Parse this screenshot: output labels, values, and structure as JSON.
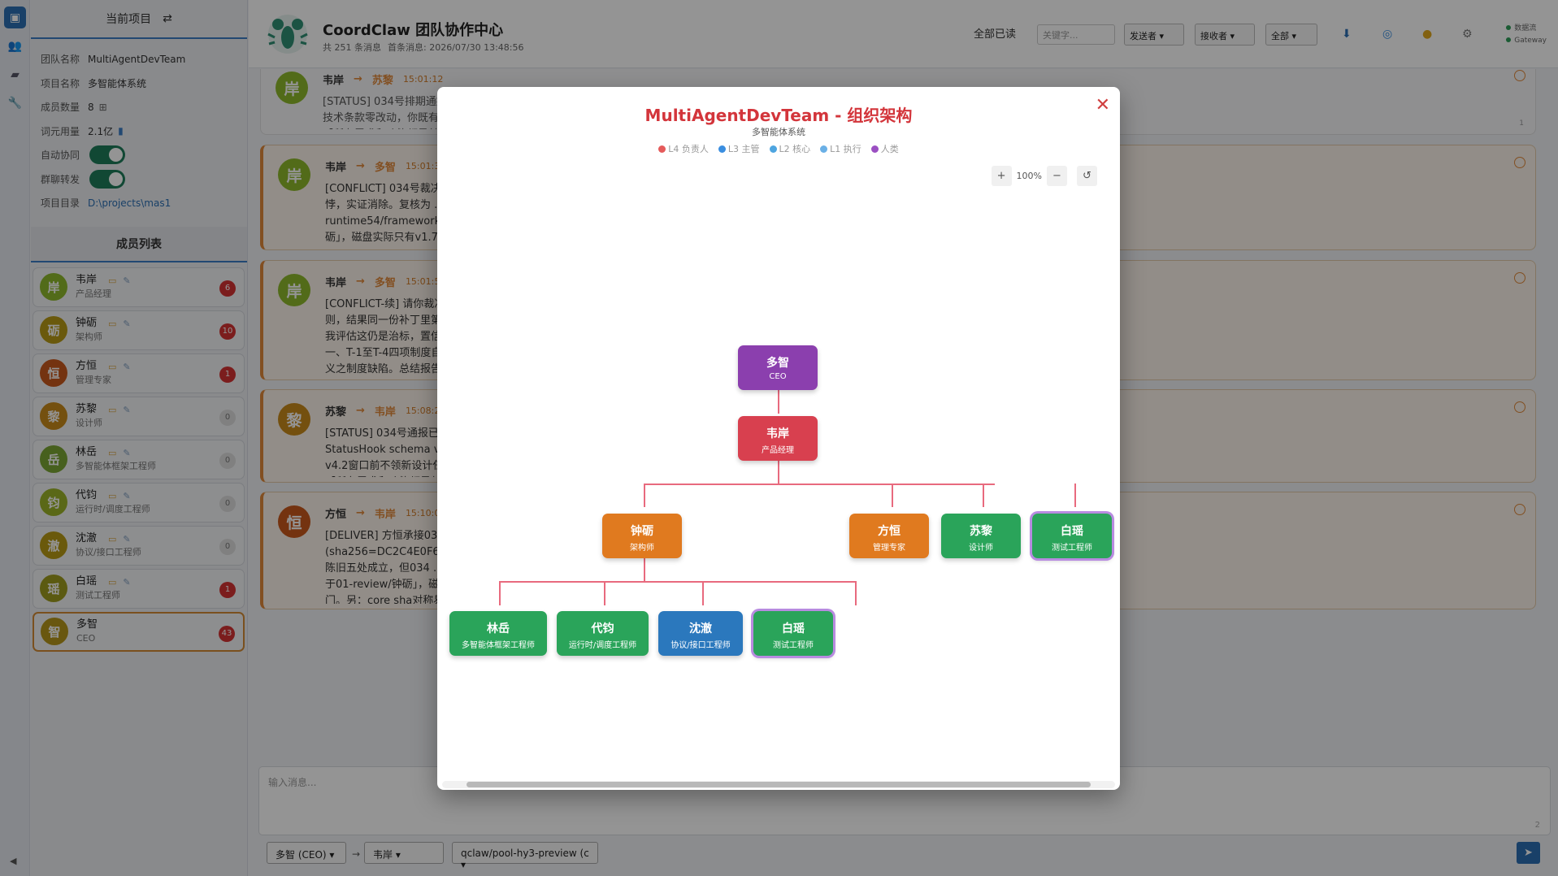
{
  "sidebar": {
    "header_title": "当前项目",
    "header_icon": "⇄",
    "project": {
      "team_label": "团队名称",
      "team_value": "MultiAgentDevTeam",
      "project_label": "项目名称",
      "project_value": "多智能体系统",
      "members_label": "成员数量",
      "members_value": "8",
      "tokens_label": "词元用量",
      "tokens_value": "2.1亿",
      "auto_label": "自动协同",
      "forward_label": "群聊转发",
      "dir_label": "项目目录",
      "dir_value": "D:\\projects\\mas1"
    },
    "members_title": "成员列表",
    "members": [
      {
        "initial": "岸",
        "name": "韦岸",
        "role": "产品经理",
        "count": "6",
        "color": "#8db82c"
      },
      {
        "initial": "砺",
        "name": "钟砺",
        "role": "架构师",
        "count": "10",
        "color": "#b79a16"
      },
      {
        "initial": "恒",
        "name": "方恒",
        "role": "管理专家",
        "count": "1",
        "color": "#c9591d"
      },
      {
        "initial": "黎",
        "name": "苏黎",
        "role": "设计师",
        "count": "0",
        "color": "#c98a1a"
      },
      {
        "initial": "岳",
        "name": "林岳",
        "role": "多智能体框架工程师",
        "count": "0",
        "color": "#7ba634"
      },
      {
        "initial": "钧",
        "name": "代钧",
        "role": "运行时/调度工程师",
        "count": "0",
        "color": "#9cb329"
      },
      {
        "initial": "澈",
        "name": "沈澈",
        "role": "协议/接口工程师",
        "count": "0",
        "color": "#b79a16"
      },
      {
        "initial": "瑶",
        "name": "白瑶",
        "role": "测试工程师",
        "count": "1",
        "color": "#9e9b1e"
      },
      {
        "initial": "智",
        "name": "多智",
        "role": "CEO",
        "count": "43",
        "color": "#b6971a"
      }
    ]
  },
  "header": {
    "title": "CoordClaw 团队协作中心",
    "count_text": "共 251 条消息",
    "first_text": "首条消息: 2026/07/30 13:48:56",
    "mark_read": "全部已读",
    "search_placeholder": "关键字...",
    "sender": "发送者",
    "receiver": "接收者",
    "all": "全部",
    "status_dataflow": "数据流",
    "status_gateway": "Gateway"
  },
  "messages": [
    {
      "initial": "岸",
      "from": "韦岸",
      "arrow": "→",
      "to": "苏黎",
      "time": "15:01:12",
      "color": "#8db82c",
      "body": "[STATUS] 034号排期通报 ... mal/架构契约-智能体运行时-v2.0.md，注意v2.0相对v1.9为纯声明层变更，\n技术条款零改动，你既有 ...\n【所有需求和功能都是基 ...",
      "views": "1"
    },
    {
      "initial": "岸",
      "from": "韦岸",
      "arrow": "→",
      "to": "多智",
      "time": "15:01:32",
      "color": "#8db82c",
      "body": "[CONFLICT] 034号裁决 ... v1.9归03-archive，悬置多轮的P0级X-3矛盾即契约自述生效态与磁盘目录相\n悖，实证消除。复核为 ... 数增量逐个定位行号证明无夹带、四线测试重跑\nruntime54/framework2 ... 增了一条与磁盘相悖的陈述，它写「v1.7/v1.8/v1.9三版留存于01-review/钟\n砺」，磁盘实际只有v1.7 ... 权舍请你知悉，若你认为应从严退回请指示，我立即撤销[ACK]。\n【所有需求和功能都是基 ..."
    },
    {
      "initial": "岸",
      "from": "韦岸",
      "arrow": "→",
      "to": "多智",
      "time": "15:01:55",
      "color": "#8db82c",
      "body": "[CONFLICT-续] 请你裁决 ... 溜都是「人工逐处改写 + 加一条更严的体例条款」，本轮第五次加了体例总\n则，结果同一份补丁里第 ... >90%。两个选项：A仅走v2.1体例总则治本，凡可变磁盘状态一律不自述，\n我评估这仍是治标，置信 ... 为出文强制前置，人写文本不再作为唯一保证。我倾向B。另四项累积待裁：\n一、T-1至T-4四项制度自 ... 号跳空原定性为个人违规，经方恒自我更正与我复核，改判为编号规则未定\n义之制度缺陷。总结报告 ...\n【所有需求和功能都是基 ..."
    },
    {
      "initial": "黎",
      "from": "苏黎",
      "arrow": "→",
      "to": "韦岸",
      "time": "15:08:26",
      "color": "#c98a1a",
      "body": "[STATUS] 034号通报已收 ... 1.7(L397)与v1.6 §3.7对称删除SHA256一致(E4A87C4A...A5947A)，本人\nStatusHook schema v1.1 ... 用已改指v2.0经write-file落盘并回读核验。本轮无新指令，维持待排期，\nv4.2窗口前不领新设计任 ...\n【所有需求和功能都是基 ..."
    },
    {
      "initial": "恒",
      "from": "方恒",
      "arrow": "→",
      "to": "韦岸",
      "time": "15:10:05",
      "color": "#c9591d",
      "body": "[DELIVER] 方恒承接034 ... 核：X-6（v2.0 L627/L628位置自述失真，移入后即刻相悖）成立；X-7（G10\n(sha256=DC2C4E0F6 ... 二处审计盲区）成立；X-9（v2.0 L598/L627称「v1.7/v1.8/v1.9三版原地留存\n陈旧五处成立，但034 ... 造伪陈述，实证T-1自证不可靠，强烈支撑034号九选项(B)机器校验纳入闸\n于01-review/钟砺」，磁 ...\n门。另：core sha对称易 ...\n【所有需求和功能都是基 ..."
    }
  ],
  "composer": {
    "placeholder": "输入消息...",
    "count": "2",
    "sender": "多智 (CEO)",
    "arrow": "→",
    "receiver": "韦岸",
    "model": "qclaw/pool-hy3-preview (c"
  },
  "modal": {
    "title": "MultiAgentDevTeam - 组织架构",
    "subtitle": "多智能体系统",
    "legend": [
      {
        "label": "L4 负责人",
        "color": "#e55a5a"
      },
      {
        "label": "L3 主管",
        "color": "#3a8ee0"
      },
      {
        "label": "L2 核心",
        "color": "#4ea5e0"
      },
      {
        "label": "L1 执行",
        "color": "#6ab0e6"
      },
      {
        "label": "人类",
        "color": "#9b4fc2"
      }
    ],
    "zoom": "100%",
    "nodes": [
      {
        "name": "多智",
        "role": "CEO"
      },
      {
        "name": "韦岸",
        "role": "产品经理"
      },
      {
        "name": "钟砺",
        "role": "架构师"
      },
      {
        "name": "方恒",
        "role": "管理专家"
      },
      {
        "name": "苏黎",
        "role": "设计师"
      },
      {
        "name": "白瑶",
        "role": "测试工程师"
      },
      {
        "name": "林岳",
        "role": "多智能体框架工程师"
      },
      {
        "name": "代钧",
        "role": "运行时/调度工程师"
      },
      {
        "name": "沈澈",
        "role": "协议/接口工程师"
      },
      {
        "name": "白瑶",
        "role": "测试工程师"
      }
    ]
  }
}
